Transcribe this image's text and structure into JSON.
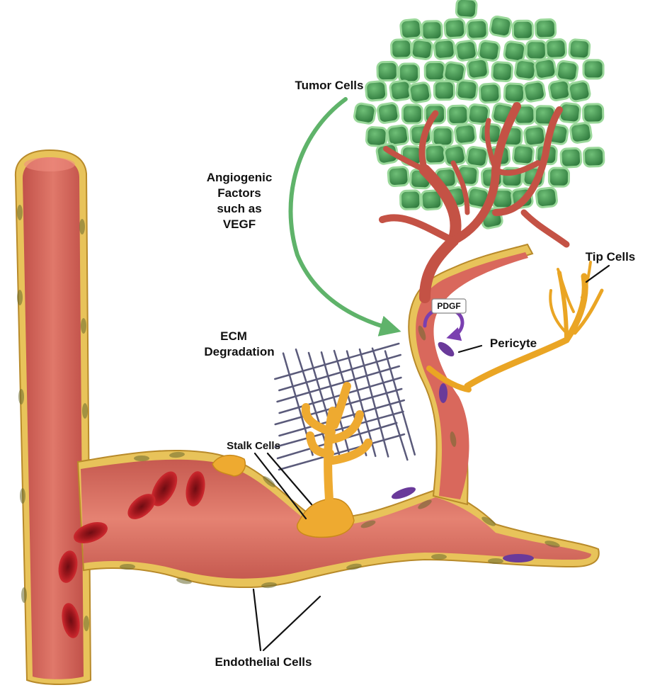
{
  "labels": {
    "tumor_cells": "Tumor Cells",
    "angiogenic_1": "Angiogenic",
    "angiogenic_2": "Factors",
    "angiogenic_3": "such as",
    "angiogenic_4": "VEGF",
    "ecm_1": "ECM",
    "ecm_2": "Degradation",
    "stalk_cells": "Stalk Cells",
    "pdgf": "PDGF",
    "pericyte": "Pericyte",
    "tip_cells": "Tip Cells",
    "endothelial_cells": "Endothelial Cells"
  },
  "colors": {
    "vessel_fill": "#d9685c",
    "vessel_dark": "#b54a42",
    "vessel_light": "#e88a7c",
    "endothelium": "#f2c04a",
    "endothelium_dark": "#c9912a",
    "tip_cells": "#f0a92a",
    "tumor_fill": "#4f9a5a",
    "tumor_border": "#8fd08f",
    "red_blood_cell": "#b31d22",
    "pericyte": "#6a3a9a",
    "ecm_mesh": "#5a5a7a",
    "arrow_green": "#5fb36a",
    "pdgf_arrow": "#7a3fb0"
  }
}
